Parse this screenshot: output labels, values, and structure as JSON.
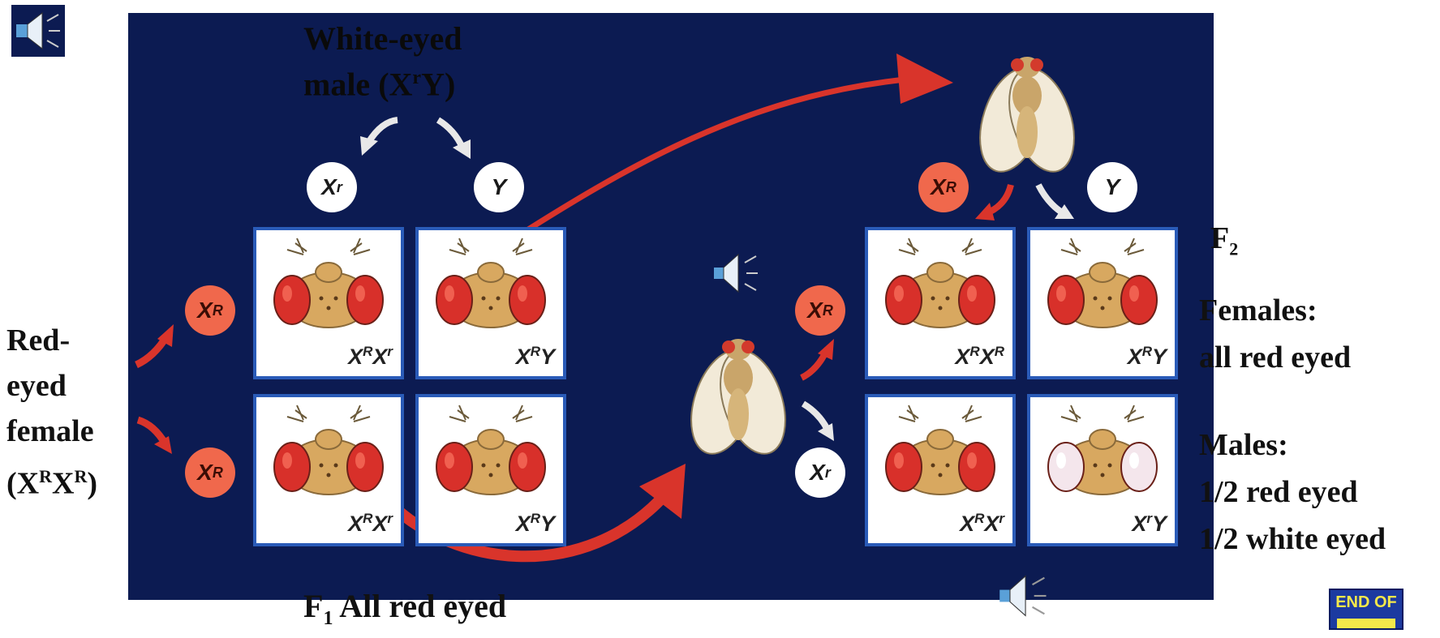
{
  "parents": {
    "male_line1": "White-eyed",
    "male_line2_prefix": "male (X",
    "male_line2_sup": "r",
    "male_line2_suffix": "Y)",
    "female_lines": [
      "Red-",
      "eyed",
      "female"
    ],
    "female_geno_prefix": "(X",
    "female_geno_sup1": "R",
    "female_geno_mid": "X",
    "female_geno_sup2": "R",
    "female_geno_suffix": ")"
  },
  "gametes": {
    "cross1_top": [
      {
        "base": "X",
        "sup": "r"
      },
      {
        "base": "Y",
        "sup": ""
      }
    ],
    "cross1_left": [
      {
        "base": "X",
        "sup": "R"
      },
      {
        "base": "X",
        "sup": "R"
      }
    ],
    "cross2_top": [
      {
        "base": "X",
        "sup": "R"
      },
      {
        "base": "Y",
        "sup": ""
      }
    ],
    "cross2_left": [
      {
        "base": "X",
        "sup": "R"
      },
      {
        "base": "X",
        "sup": "r"
      }
    ]
  },
  "cross1_cells": [
    {
      "a": "X",
      "as": "R",
      "b": "X",
      "bs": "r",
      "eye": "red"
    },
    {
      "a": "X",
      "as": "R",
      "b": "Y",
      "bs": "",
      "eye": "red"
    },
    {
      "a": "X",
      "as": "R",
      "b": "X",
      "bs": "r",
      "eye": "red"
    },
    {
      "a": "X",
      "as": "R",
      "b": "Y",
      "bs": "",
      "eye": "red"
    }
  ],
  "cross2_cells": [
    {
      "a": "X",
      "as": "R",
      "b": "X",
      "bs": "R",
      "eye": "red"
    },
    {
      "a": "X",
      "as": "R",
      "b": "Y",
      "bs": "",
      "eye": "red"
    },
    {
      "a": "X",
      "as": "R",
      "b": "X",
      "bs": "r",
      "eye": "red"
    },
    {
      "a": "X",
      "as": "r",
      "b": "Y",
      "bs": "",
      "eye": "white"
    }
  ],
  "f1": {
    "prefix": "F",
    "sub": "1",
    "text": " All red eyed"
  },
  "f2": {
    "prefix": "F",
    "sub": "2"
  },
  "results": {
    "females_label": "Females:",
    "females_value": "all red eyed",
    "males_label": "Males:",
    "males_value1": "1/2 red eyed",
    "males_value2": "1/2 white eyed"
  },
  "end_button": {
    "label": "END OF"
  },
  "colors": {
    "panel": "#0c1b52",
    "arrow": "#d9342b",
    "gamete_red": "#f0684c",
    "cell_border": "#2a5bb8"
  },
  "icons": [
    "speaker-icon",
    "fly-icon",
    "arrow-icon"
  ]
}
